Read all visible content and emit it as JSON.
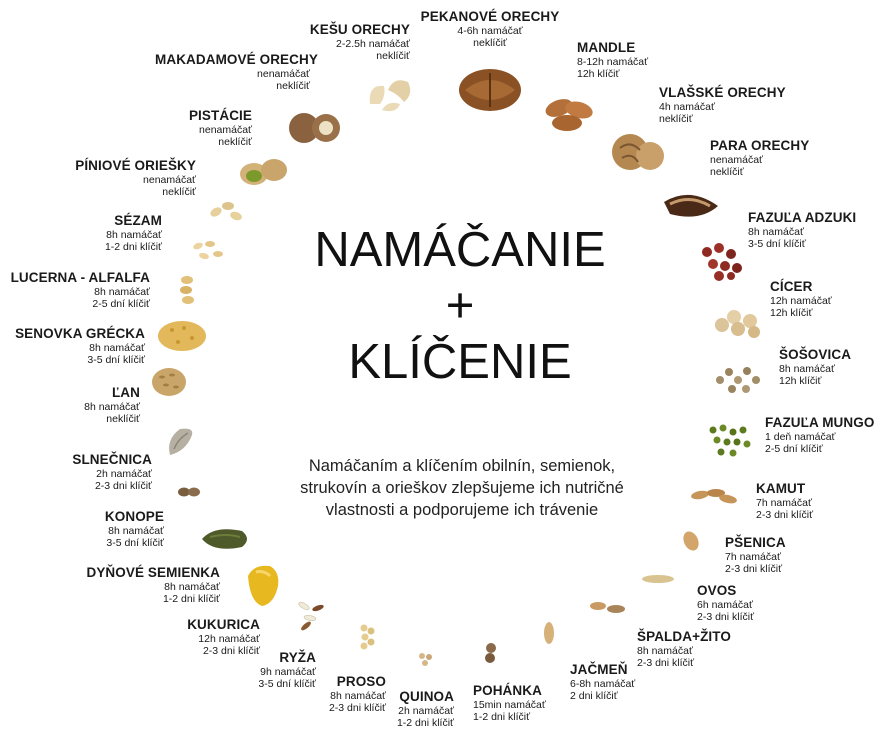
{
  "title": {
    "line1": "NAMÁČANIE",
    "line2": "+",
    "line3": "KLÍČENIE"
  },
  "description": {
    "line1": "Namáčaním a klíčením obilnín, semienok,",
    "line2": "strukovín a orieškov zlepšujeme ich nutričné",
    "line3": "vlastnosti a podporujeme ich trávenie"
  },
  "items": [
    {
      "name": "PEKANOVÉ ORECHY",
      "soak": "4-6h namáčať",
      "sprout": "neklíčiť"
    },
    {
      "name": "MANDLE",
      "soak": "8-12h namáčať",
      "sprout": "12h klíčiť"
    },
    {
      "name": "VLAŠSKÉ ORECHY",
      "soak": "4h namáčať",
      "sprout": "neklíčiť"
    },
    {
      "name": "PARA ORECHY",
      "soak": "nenamáčať",
      "sprout": "neklíčiť"
    },
    {
      "name": "FAZUĽA ADZUKI",
      "soak": "8h namáčať",
      "sprout": "3-5 dní klíčiť"
    },
    {
      "name": "CÍCER",
      "soak": "12h namáčať",
      "sprout": "12h klíčiť"
    },
    {
      "name": "ŠOŠOVICA",
      "soak": "8h namáčať",
      "sprout": "12h klíčiť"
    },
    {
      "name": "FAZUĽA MUNGO",
      "soak": "1 deň namáčať",
      "sprout": "2-5 dní klíčiť"
    },
    {
      "name": "KAMUT",
      "soak": "7h namáčať",
      "sprout": "2-3 dni klíčiť"
    },
    {
      "name": "PŠENICA",
      "soak": "7h namáčať",
      "sprout": "2-3 dni klíčiť"
    },
    {
      "name": "OVOS",
      "soak": "6h namáčať",
      "sprout": "2-3 dni klíčiť"
    },
    {
      "name": "ŠPALDA+ŽITO",
      "soak": "8h namáčať",
      "sprout": "2-3 dni klíčiť"
    },
    {
      "name": "JAČMEŇ",
      "soak": "6-8h namáčať",
      "sprout": "2 dni klíčiť"
    },
    {
      "name": "POHÁNKA",
      "soak": "15min namáčať",
      "sprout": "1-2 dni klíčiť"
    },
    {
      "name": "QUINOA",
      "soak": "2h namáčať",
      "sprout": "1-2 dni klíčiť"
    },
    {
      "name": "PROSO",
      "soak": "8h namáčať",
      "sprout": "2-3 dni klíčiť"
    },
    {
      "name": "RYŽA",
      "soak": "9h namáčať",
      "sprout": "3-5 dní klíčiť"
    },
    {
      "name": "KUKURICA",
      "soak": "12h namáčať",
      "sprout": "2-3 dni klíčiť"
    },
    {
      "name": "DYŇOVÉ SEMIENKA",
      "soak": "8h namáčať",
      "sprout": "1-2 dni klíčiť"
    },
    {
      "name": "KONOPE",
      "soak": "8h namáčať",
      "sprout": "3-5 dní klíčiť"
    },
    {
      "name": "SLNEČNICA",
      "soak": "2h namáčať",
      "sprout": "2-3 dni klíčiť"
    },
    {
      "name": "ĽAN",
      "soak": "8h namáčať",
      "sprout": "neklíčiť"
    },
    {
      "name": "SENOVKA GRÉCKA",
      "soak": "8h namáčať",
      "sprout": "3-5 dní klíčiť"
    },
    {
      "name": "LUCERNA - ALFALFA",
      "soak": "8h namáčať",
      "sprout": "2-5 dní klíčiť"
    },
    {
      "name": "SÉZAM",
      "soak": "8h namáčať",
      "sprout": "1-2 dni klíčiť"
    },
    {
      "name": "PÍNIOVÉ ORIEŠKY",
      "soak": "nenamáčať",
      "sprout": "neklíčiť"
    },
    {
      "name": "PISTÁCIE",
      "soak": "nenamáčať",
      "sprout": "neklíčiť"
    },
    {
      "name": "MAKADAMOVÉ ORECHY",
      "soak": "nenamáčať",
      "sprout": "neklíčiť"
    },
    {
      "name": "KEŠU ORECHY",
      "soak": "2-2.5h namáčať",
      "sprout": "neklíčiť"
    }
  ],
  "colors": {
    "text": "#1a1a1a",
    "nut_brown": "#8a5a2b",
    "bean_red": "#8e2a22",
    "mung_green": "#5d7a1e",
    "grain_tan": "#d8b779",
    "corn_yellow": "#e8b820"
  }
}
